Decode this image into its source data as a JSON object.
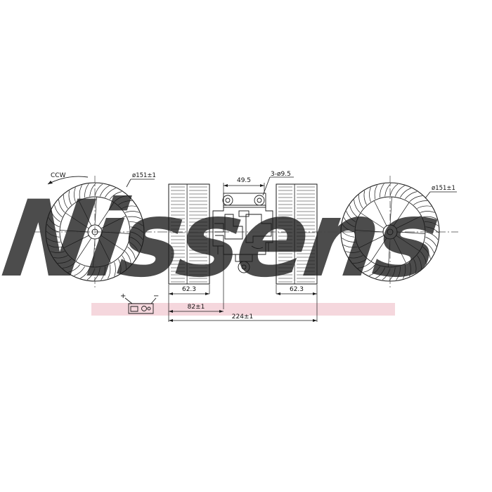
{
  "colors": {
    "line": "#1a1a1a",
    "watermark": "#c9dae3",
    "band": "#f5d7dd"
  },
  "watermark": {
    "text": "Nissens"
  },
  "labels": {
    "rotation": "CCW",
    "fan_diameter_left": "ø151±1",
    "fan_diameter_right": "ø151±1",
    "mount_spacing": "49.5",
    "mount_holes": "3-ø9.5",
    "width_left": "62.3",
    "width_right": "62.3",
    "offset": "82±1",
    "total_length": "224±1",
    "plus": "+",
    "minus": "−"
  }
}
